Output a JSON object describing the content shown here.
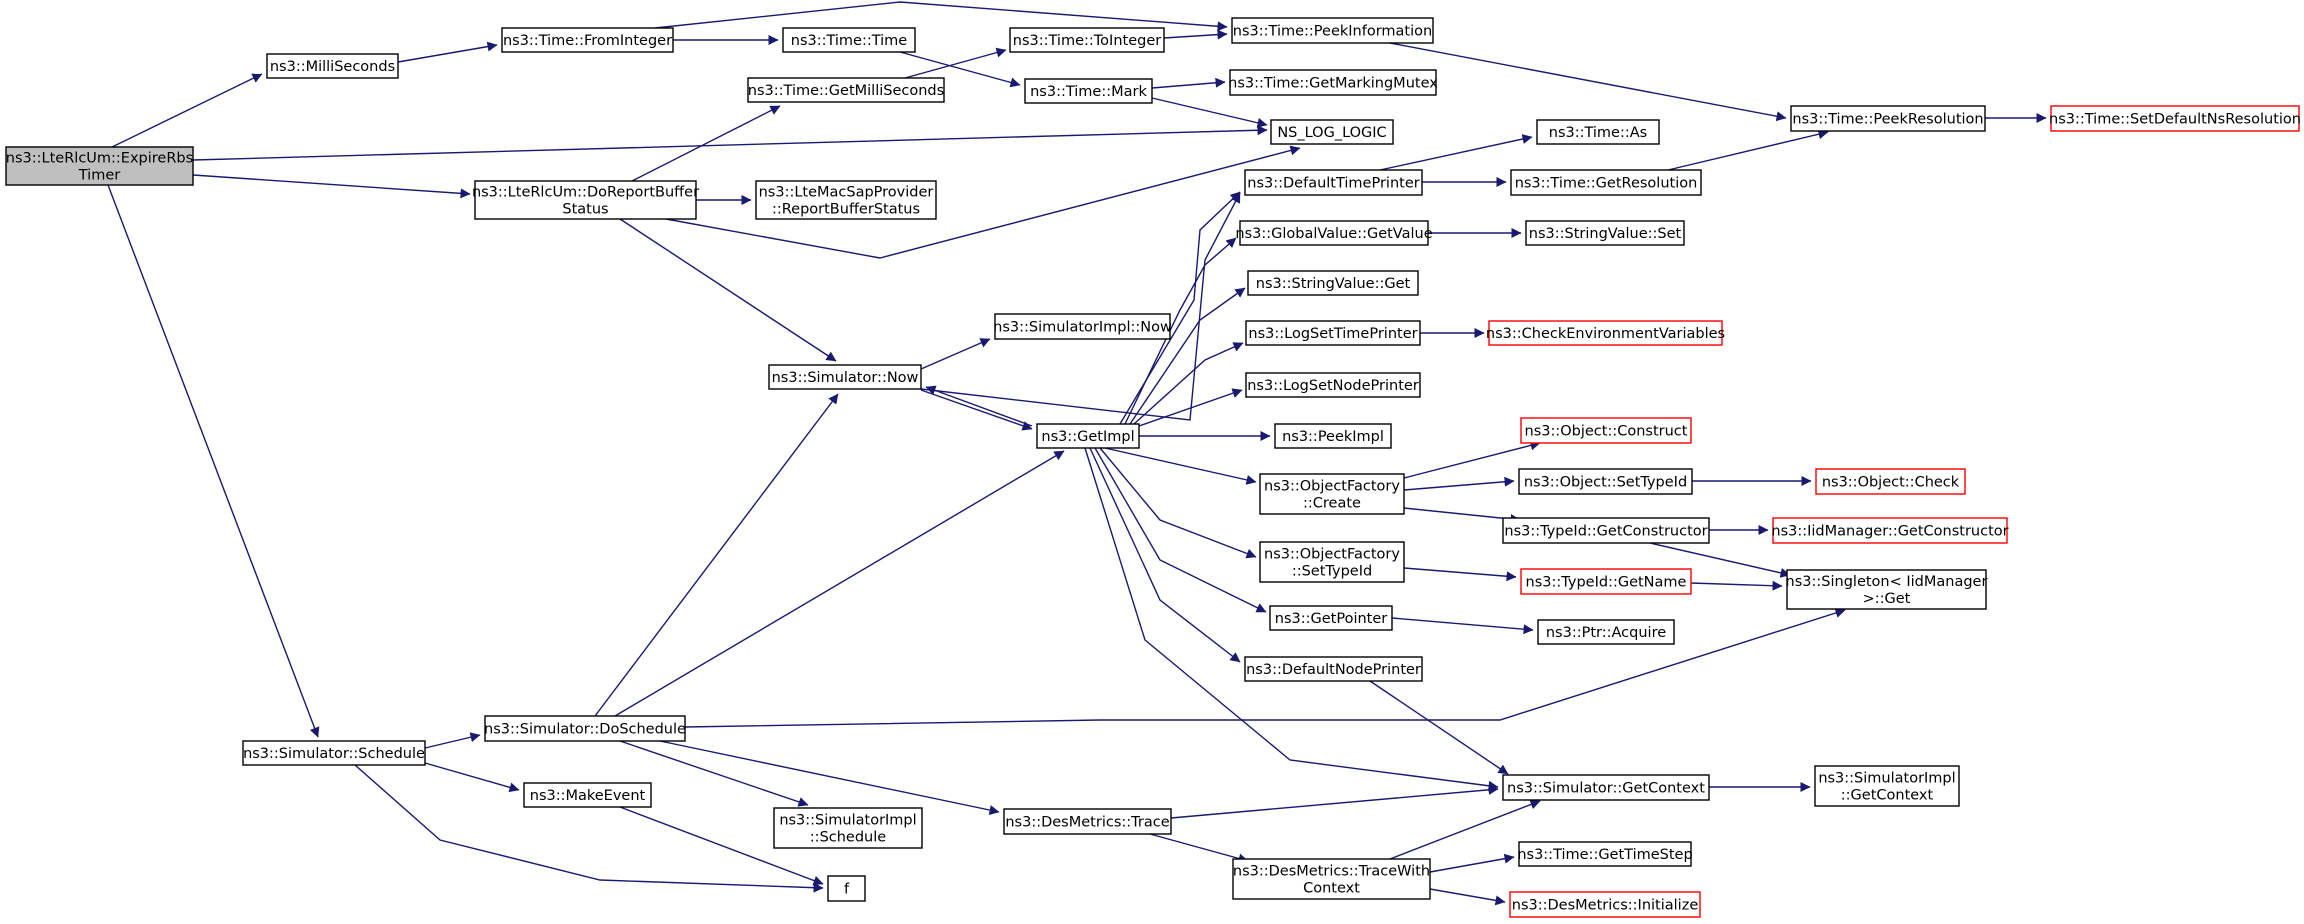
{
  "nodes": {
    "expire": [
      "ns3::LteRlcUm::ExpireRbs",
      "Timer"
    ],
    "milli": [
      "ns3::MilliSeconds"
    ],
    "frominteger": [
      "ns3::Time::FromInteger"
    ],
    "timetime": [
      "ns3::Time::Time"
    ],
    "tointeger": [
      "ns3::Time::ToInteger"
    ],
    "peekinfo": [
      "ns3::Time::PeekInformation"
    ],
    "getmilli": [
      "ns3::Time::GetMilliSeconds"
    ],
    "mark": [
      "ns3::Time::Mark"
    ],
    "markingmutex": [
      "ns3::Time::GetMarkingMutex"
    ],
    "nslog": [
      "NS_LOG_LOGIC"
    ],
    "peekres": [
      "ns3::Time::PeekResolution"
    ],
    "setdefaultns": [
      "ns3::Time::SetDefaultNsResolution"
    ],
    "doreport": [
      "ns3::LteRlcUm::DoReportBuffer",
      "Status"
    ],
    "ltemac": [
      "ns3::LteMacSapProvider",
      "::ReportBufferStatus"
    ],
    "timeas": [
      "ns3::Time::As"
    ],
    "deftimeprinter": [
      "ns3::DefaultTimePrinter"
    ],
    "getres": [
      "ns3::Time::GetResolution"
    ],
    "globalvalue": [
      "ns3::GlobalValue::GetValue"
    ],
    "stringset": [
      "ns3::StringValue::Set"
    ],
    "stringget": [
      "ns3::StringValue::Get"
    ],
    "simimplnow": [
      "ns3::SimulatorImpl::Now"
    ],
    "logsettime": [
      "ns3::LogSetTimePrinter"
    ],
    "checkenv": [
      "ns3::CheckEnvironmentVariables"
    ],
    "simnow": [
      "ns3::Simulator::Now"
    ],
    "logsetnode": [
      "ns3::LogSetNodePrinter"
    ],
    "getimpl": [
      "ns3::GetImpl"
    ],
    "peekimpl": [
      "ns3::PeekImpl"
    ],
    "objconstruct": [
      "ns3::Object::Construct"
    ],
    "objfactcreate": [
      "ns3::ObjectFactory",
      "::Create"
    ],
    "objsettypeid": [
      "ns3::Object::SetTypeId"
    ],
    "objcheck": [
      "ns3::Object::Check"
    ],
    "typeidgetctor": [
      "ns3::TypeId::GetConstructor"
    ],
    "iidgetctor": [
      "ns3::IidManager::GetConstructor"
    ],
    "objfactsettype": [
      "ns3::ObjectFactory",
      "::SetTypeId"
    ],
    "typeidgetname": [
      "ns3::TypeId::GetName"
    ],
    "singleton": [
      "ns3::Singleton< IidManager",
      ">::Get"
    ],
    "getpointer": [
      "ns3::GetPointer"
    ],
    "ptracquire": [
      "ns3::Ptr::Acquire"
    ],
    "defnodeprinter": [
      "ns3::DefaultNodePrinter"
    ],
    "simsched": [
      "ns3::Simulator::Schedule"
    ],
    "dosched": [
      "ns3::Simulator::DoSchedule"
    ],
    "makeevent": [
      "ns3::MakeEvent"
    ],
    "simimplsched": [
      "ns3::SimulatorImpl",
      "::Schedule"
    ],
    "destrace": [
      "ns3::DesMetrics::Trace"
    ],
    "simgetctx": [
      "ns3::Simulator::GetContext"
    ],
    "simimplgetctx": [
      "ns3::SimulatorImpl",
      "::GetContext"
    ],
    "destracectx": [
      "ns3::DesMetrics::TraceWith",
      "Context"
    ],
    "gettimestep": [
      "ns3::Time::GetTimeStep"
    ],
    "desinit": [
      "ns3::DesMetrics::Initialize"
    ],
    "f": [
      "f"
    ]
  },
  "colors": {
    "edge": "#191970",
    "root_fill": "#bfbfbf",
    "node_border": "#000000",
    "truncated_border": "#ff0000"
  }
}
